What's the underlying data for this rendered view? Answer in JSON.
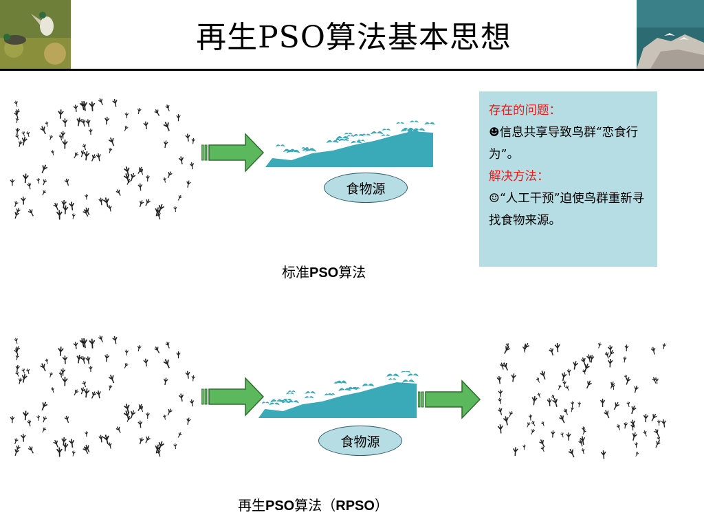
{
  "header": {
    "title": "再生PSO算法基本思想"
  },
  "top_diagram": {
    "food_label": "食物源",
    "caption_prefix": "标准",
    "caption_bold": "PSO",
    "caption_suffix": "算法"
  },
  "bottom_diagram": {
    "food_label": "食物源",
    "caption_prefix": "再生",
    "caption_bold": "PSO",
    "caption_middle": "算法（",
    "caption_bold2": "RPSO",
    "caption_suffix": "）"
  },
  "infobox": {
    "problem_heading": "存在的问题：",
    "problem_text": "☻信息共享导致鸟群“恋食行为”。",
    "solution_heading": "解决方法：",
    "solution_text": "☺“人工干预”迫使鸟群重新寻找食物来源。"
  },
  "colors": {
    "arrow_fill": "#5cb85c",
    "food_source": "#3aa9b8",
    "label_fill": "#b6dde3",
    "infobox_bg": "#b6dde3",
    "heading_red": "#e0201f"
  }
}
